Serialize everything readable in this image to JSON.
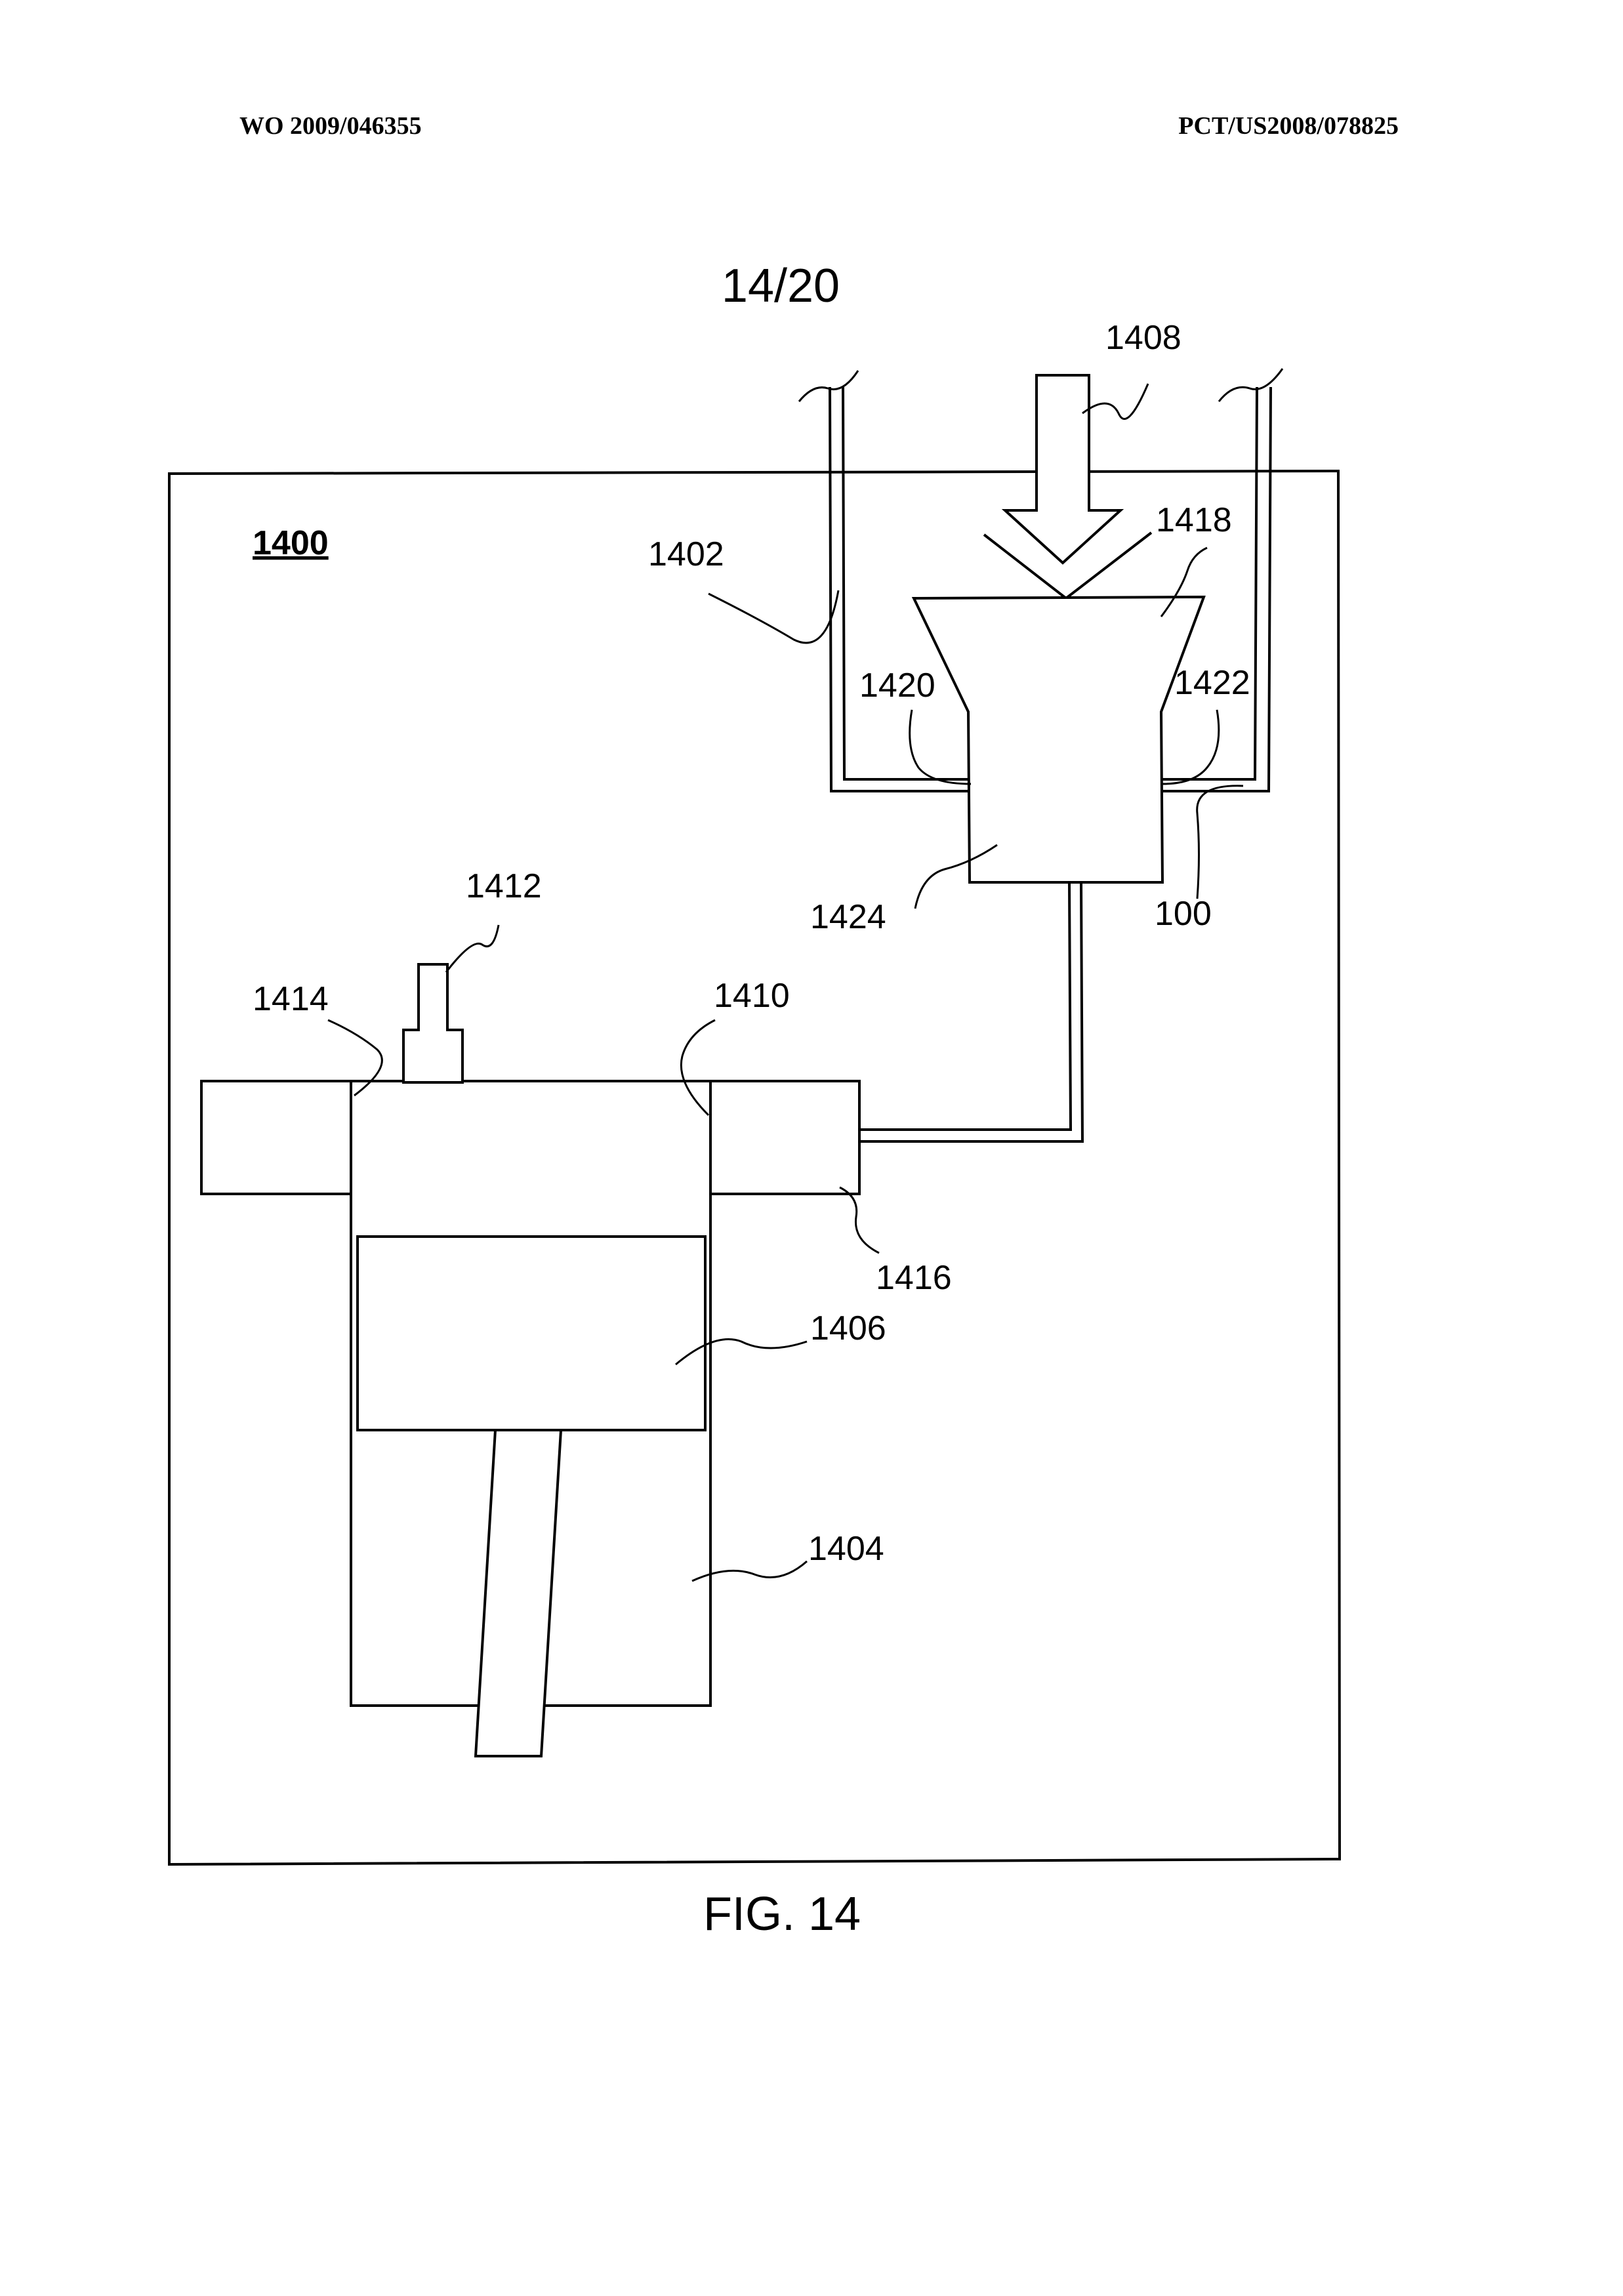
{
  "header": {
    "left": "WO 2009/046355",
    "right": "PCT/US2008/078825"
  },
  "sheet": "14/20",
  "figure_caption": "FIG. 14",
  "labels": {
    "system": "1400",
    "l1402": "1402",
    "l1404": "1404",
    "l1406": "1406",
    "l1408": "1408",
    "l1410": "1410",
    "l1412": "1412",
    "l1414": "1414",
    "l1416": "1416",
    "l1418": "1418",
    "l1420": "1420",
    "l1422": "1422",
    "l1424": "1424",
    "l100": "100"
  }
}
